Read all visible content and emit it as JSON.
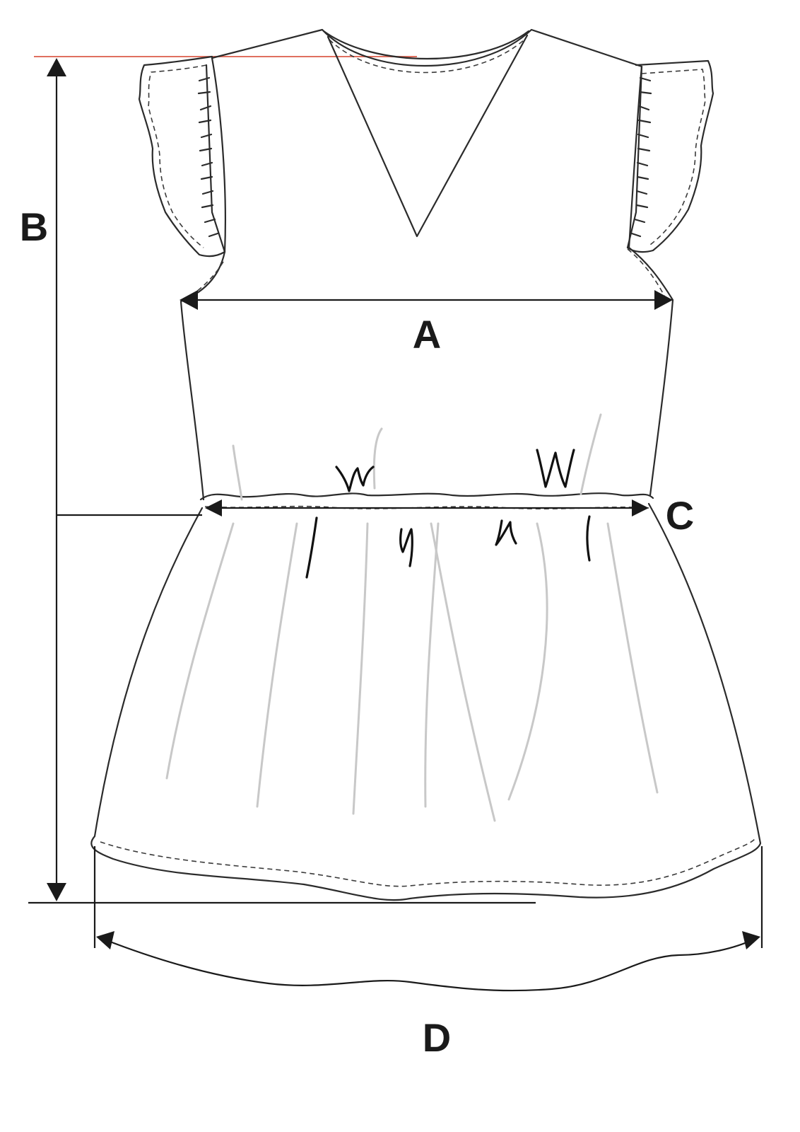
{
  "diagram": {
    "labels": {
      "a": "A",
      "b": "B",
      "c": "C",
      "d": "D"
    },
    "colors": {
      "outline": "#2b2b2b",
      "reference_line": "#e07060",
      "fabric_folds": "#c8c8c8"
    }
  }
}
